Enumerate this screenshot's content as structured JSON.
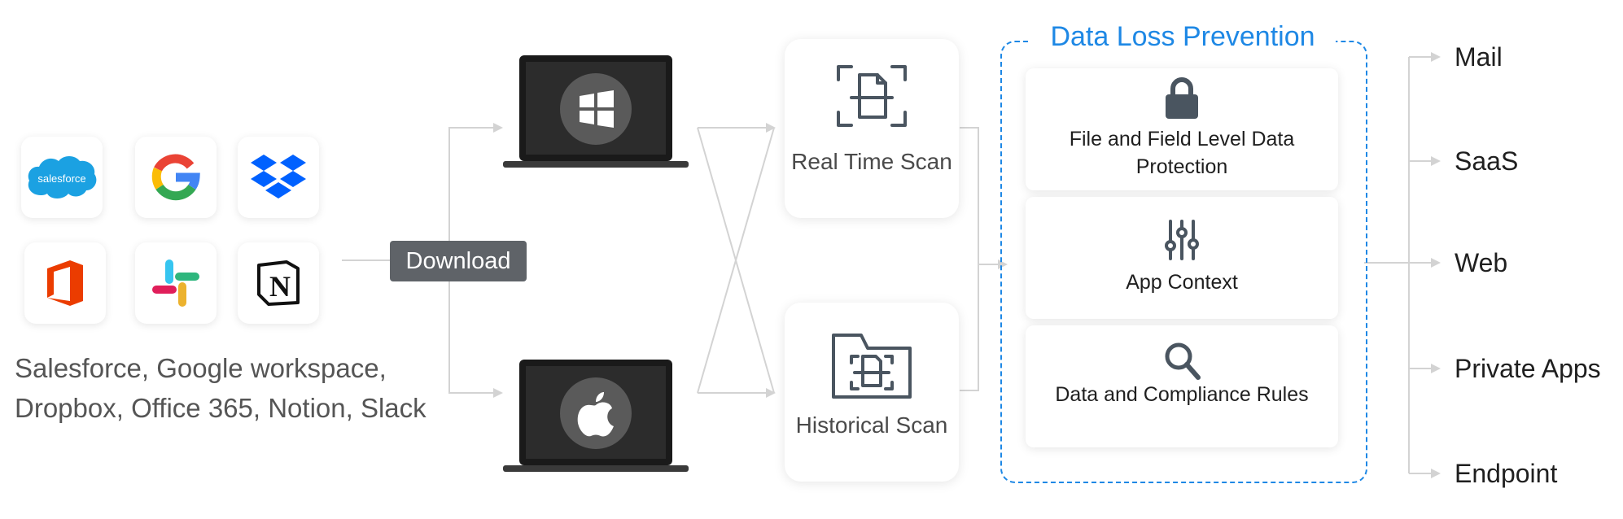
{
  "sources": {
    "apps": [
      {
        "name": "salesforce-logo",
        "text": "salesforce"
      },
      {
        "name": "google-logo"
      },
      {
        "name": "dropbox-logo"
      },
      {
        "name": "office-365-logo"
      },
      {
        "name": "slack-logo"
      },
      {
        "name": "notion-logo",
        "text": "N"
      }
    ],
    "caption": "Salesforce, Google workspace, Dropbox, Office 365, Notion, Slack"
  },
  "download": {
    "label": "Download"
  },
  "endpoints": [
    {
      "icon": "windows-icon"
    },
    {
      "icon": "apple-icon"
    }
  ],
  "scans": {
    "realtime": {
      "label": "Real Time Scan",
      "icon": "scan-document-icon"
    },
    "historical": {
      "label": "Historical Scan",
      "icon": "folder-scan-icon"
    }
  },
  "dlp": {
    "title": "Data Loss Prevention",
    "cards": [
      {
        "label": "File and Field Level Data Protection",
        "icon": "lock-icon"
      },
      {
        "label": "App Context",
        "icon": "sliders-icon"
      },
      {
        "label": "Data and Compliance Rules",
        "icon": "magnifier-icon"
      }
    ]
  },
  "destinations": [
    "Mail",
    "SaaS",
    "Web",
    "Private Apps",
    "Endpoint"
  ],
  "colors": {
    "accent": "#1e88e5",
    "connector": "#d3d3d3",
    "badge": "#5f6368"
  }
}
